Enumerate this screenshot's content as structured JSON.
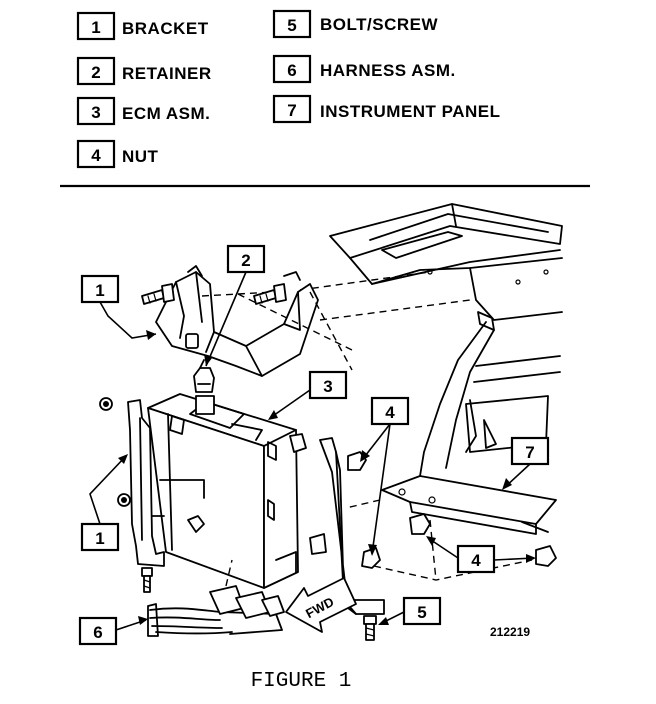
{
  "legend": [
    {
      "num": "1",
      "label": "BRACKET"
    },
    {
      "num": "2",
      "label": "RETAINER"
    },
    {
      "num": "3",
      "label": "ECM ASM."
    },
    {
      "num": "4",
      "label": "NUT"
    },
    {
      "num": "5",
      "label": "BOLT/SCREW"
    },
    {
      "num": "6",
      "label": "HARNESS ASM."
    },
    {
      "num": "7",
      "label": "INSTRUMENT PANEL"
    }
  ],
  "callouts": {
    "bracket_top": "1",
    "retainer": "2",
    "ecm": "3",
    "nut_top": "4",
    "instrument_panel": "7",
    "bracket_bottom": "1",
    "nut_bottom": "4",
    "bolt": "5",
    "harness": "6"
  },
  "direction_label": "FWD",
  "figure_code": "212219",
  "caption": "FIGURE 1"
}
